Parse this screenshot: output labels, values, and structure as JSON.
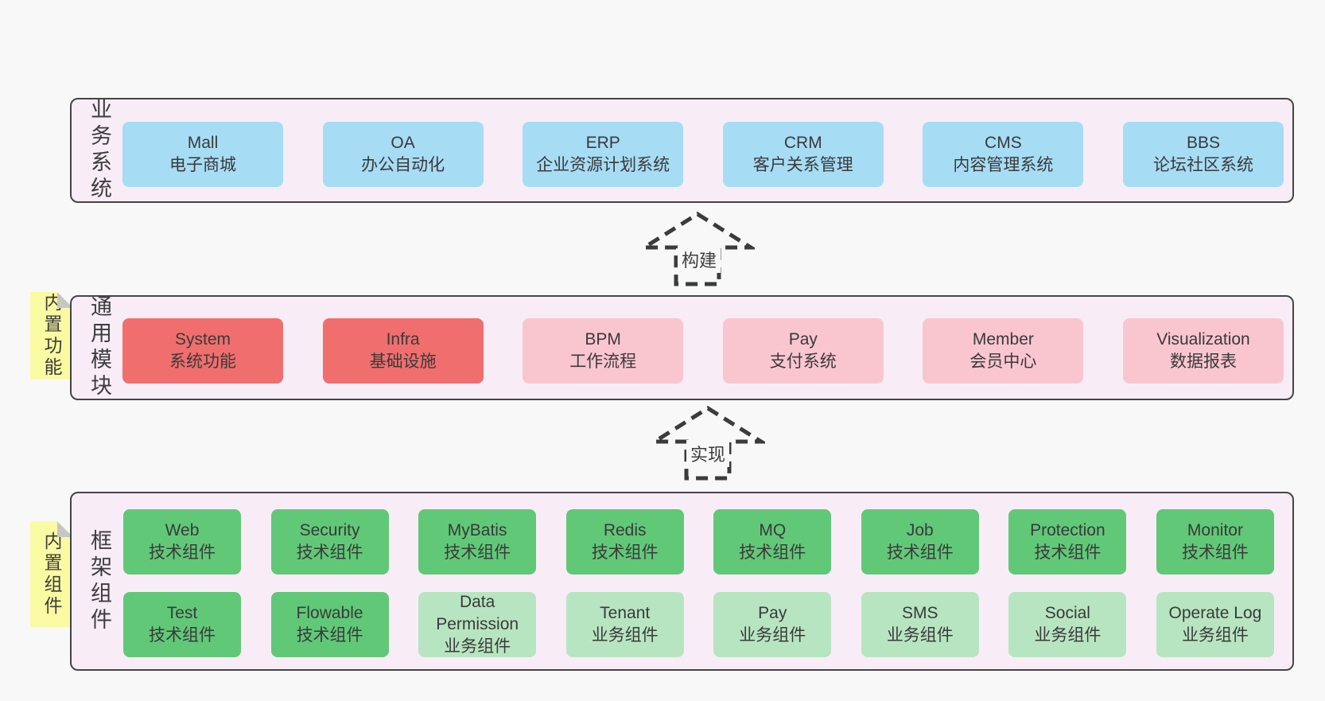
{
  "colors": {
    "page_bg": "#f8f8f8",
    "container_bg": "#f8edf6",
    "container_border": "#454545",
    "business_box_blue": "#a7dcf5",
    "core_module_red": "#f06e6e",
    "optional_module_pink": "#f9c6cf",
    "tech_component_green": "#61c878",
    "biz_component_lightgreen": "#b8e5c1",
    "sticky_yellow": "#fafaa3",
    "text": "#3d3d3d"
  },
  "arrows": [
    {
      "label": "构建"
    },
    {
      "label": "实现"
    }
  ],
  "layers": {
    "business": {
      "side_label": "业务系统",
      "boxes": [
        {
          "title": "Mall",
          "subtitle": "电子商城"
        },
        {
          "title": "OA",
          "subtitle": "办公自动化"
        },
        {
          "title": "ERP",
          "subtitle": "企业资源计划系统"
        },
        {
          "title": "CRM",
          "subtitle": "客户关系管理"
        },
        {
          "title": "CMS",
          "subtitle": "内容管理系统"
        },
        {
          "title": "BBS",
          "subtitle": "论坛社区系统"
        }
      ]
    },
    "modules": {
      "side_label": "通用模块",
      "sticky_label": "内置功能",
      "boxes": [
        {
          "title": "System",
          "subtitle": "系统功能",
          "variant": "red"
        },
        {
          "title": "Infra",
          "subtitle": "基础设施",
          "variant": "red"
        },
        {
          "title": "BPM",
          "subtitle": "工作流程",
          "variant": "pink"
        },
        {
          "title": "Pay",
          "subtitle": "支付系统",
          "variant": "pink"
        },
        {
          "title": "Member",
          "subtitle": "会员中心",
          "variant": "pink"
        },
        {
          "title": "Visualization",
          "subtitle": "数据报表",
          "variant": "pink"
        }
      ]
    },
    "components": {
      "side_label": "框架组件",
      "sticky_label": "内置组件",
      "row1": [
        {
          "title": "Web",
          "subtitle": "技术组件",
          "variant": "green"
        },
        {
          "title": "Security",
          "subtitle": "技术组件",
          "variant": "green"
        },
        {
          "title": "MyBatis",
          "subtitle": "技术组件",
          "variant": "green"
        },
        {
          "title": "Redis",
          "subtitle": "技术组件",
          "variant": "green"
        },
        {
          "title": "MQ",
          "subtitle": "技术组件",
          "variant": "green"
        },
        {
          "title": "Job",
          "subtitle": "技术组件",
          "variant": "green"
        },
        {
          "title": "Protection",
          "subtitle": "技术组件",
          "variant": "green"
        },
        {
          "title": "Monitor",
          "subtitle": "技术组件",
          "variant": "green"
        }
      ],
      "row2": [
        {
          "title": "Test",
          "subtitle": "技术组件",
          "variant": "green"
        },
        {
          "title": "Flowable",
          "subtitle": "技术组件",
          "variant": "green"
        },
        {
          "title": "Data Permission",
          "subtitle": "业务组件",
          "variant": "lightgreen"
        },
        {
          "title": "Tenant",
          "subtitle": "业务组件",
          "variant": "lightgreen"
        },
        {
          "title": "Pay",
          "subtitle": "业务组件",
          "variant": "lightgreen"
        },
        {
          "title": "SMS",
          "subtitle": "业务组件",
          "variant": "lightgreen"
        },
        {
          "title": "Social",
          "subtitle": "业务组件",
          "variant": "lightgreen"
        },
        {
          "title": "Operate Log",
          "subtitle": "业务组件",
          "variant": "lightgreen"
        }
      ]
    }
  }
}
